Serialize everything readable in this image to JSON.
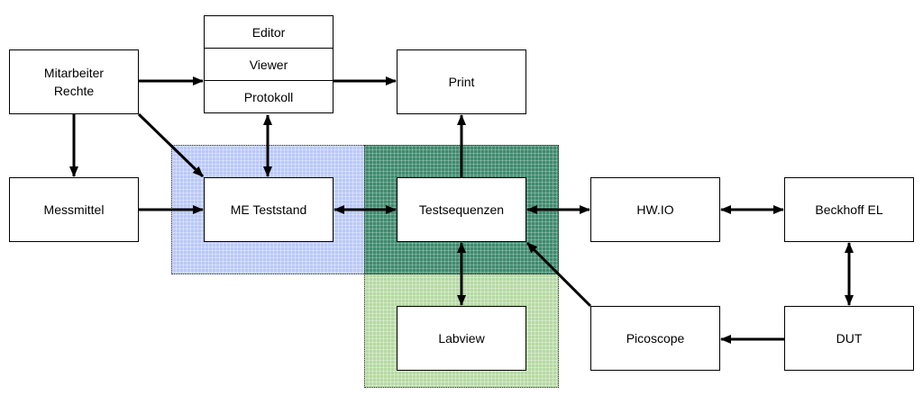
{
  "nodes": {
    "mitarbeiter": "Mitarbeiter\nRechte",
    "editor": "Editor",
    "viewer": "Viewer",
    "protokoll": "Protokoll",
    "print": "Print",
    "messmittel": "Messmittel",
    "me_teststand": "ME Teststand",
    "testsequenzen": "Testsequenzen",
    "hwio": "HW.IO",
    "beckhoff": "Beckhoff EL",
    "labview": "Labview",
    "picoscope": "Picoscope",
    "dut": "DUT"
  },
  "colors": {
    "region_blue": "#b9c8f7",
    "region_teal": "#3f8a6e",
    "region_green": "#b5d9a2"
  }
}
